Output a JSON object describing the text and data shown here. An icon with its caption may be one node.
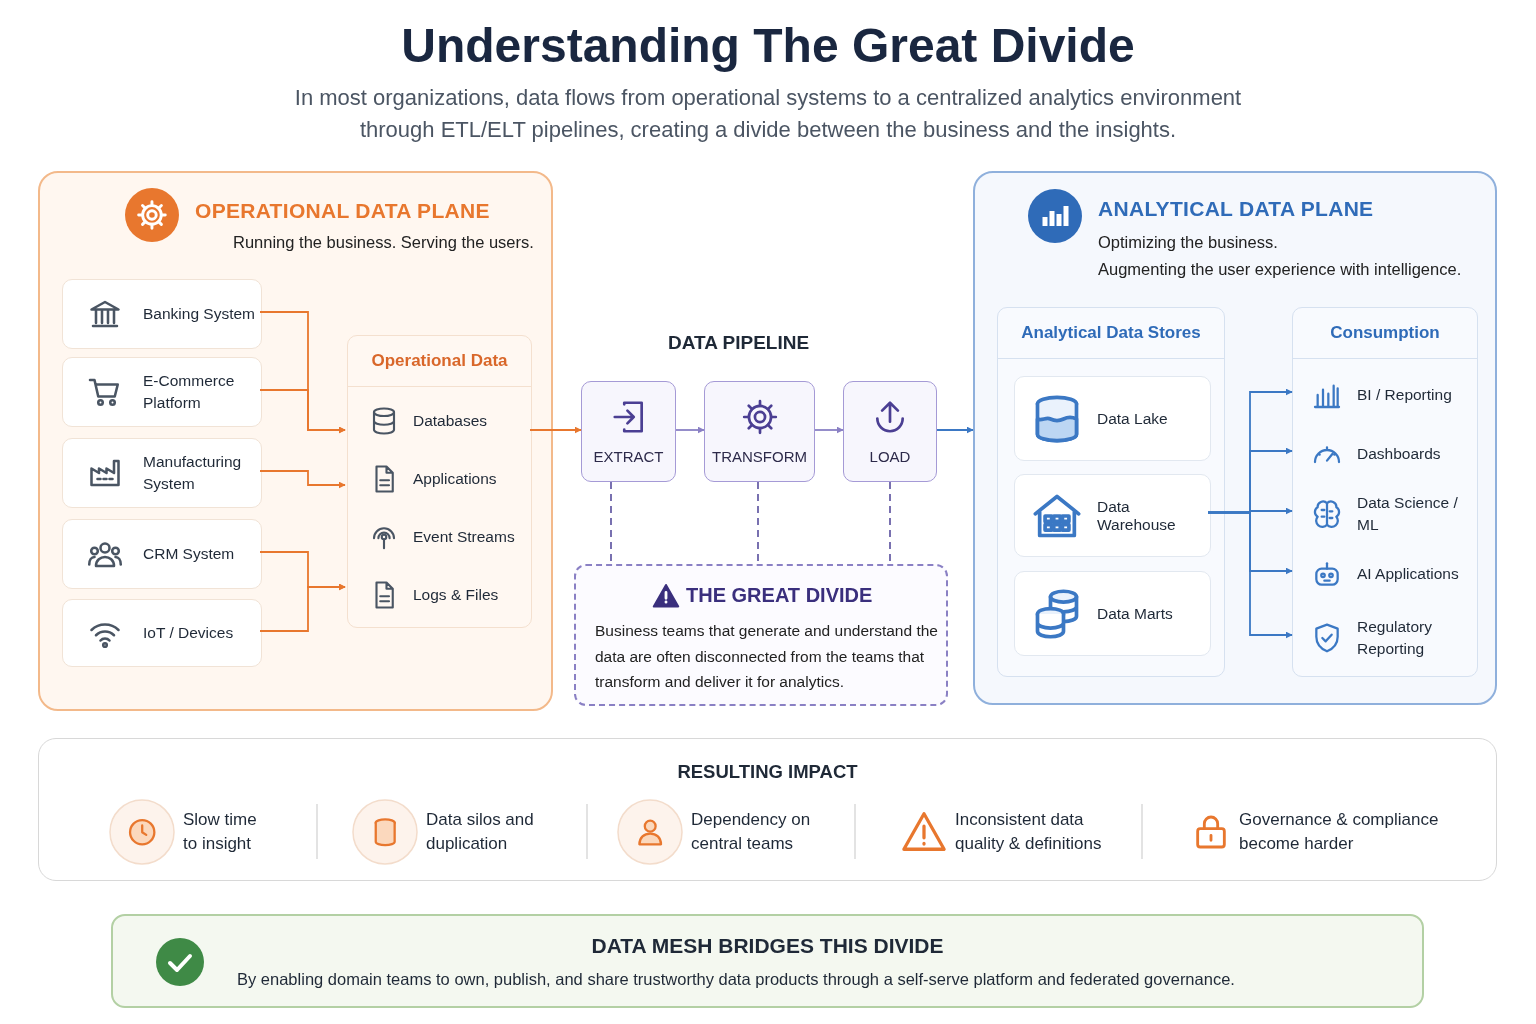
{
  "diagram": {
    "title": "Understanding The Great Divide",
    "nodes": [
      {
        "text": [
          "OPERATIONAL DATA PLANE",
          "Running the business. Serving the users."
        ]
      },
      {
        "text": [
          "Banking System"
        ],
        "in": 0
      },
      {
        "text": [
          "E-Commerce Platform"
        ],
        "in": 0
      },
      {
        "text": [
          "Manufacturing System"
        ],
        "in": 0
      },
      {
        "text": [
          "CRM System"
        ],
        "in": 0
      },
      {
        "text": [
          "IoT / Devices"
        ],
        "in": 0
      },
      {
        "text": [
          "Operational Data"
        ],
        "in": 0
      },
      {
        "text": [
          "Databases"
        ],
        "in": 6
      },
      {
        "text": [
          "Applications"
        ],
        "in": 6
      },
      {
        "text": [
          "Event Streams"
        ],
        "in": 6
      },
      {
        "text": [
          "Logs & Files"
        ],
        "in": 6
      },
      {
        "text": [
          "EXTRACT"
        ]
      },
      {
        "text": [
          "TRANSFORM"
        ]
      },
      {
        "text": [
          "LOAD"
        ]
      },
      {
        "text": [
          "THE GREAT DIVIDE",
          "Business teams that generate and understand the data are often disconnected from the teams that transform and deliver it for analytics."
        ]
      },
      {
        "text": [
          "ANALYTICAL DATA PLANE",
          "Optimizing the business.",
          "Augmenting the user experience with intelligence."
        ]
      },
      {
        "text": [
          "Analytical Data Stores"
        ],
        "in": 15
      },
      {
        "text": [
          "Data Lake"
        ],
        "in": 16
      },
      {
        "text": [
          "Data Warehouse"
        ],
        "in": 16
      },
      {
        "text": [
          "Data Marts"
        ],
        "in": 16
      },
      {
        "text": [
          "Consumption"
        ],
        "in": 15
      },
      {
        "text": [
          "BI / Reporting"
        ],
        "in": 20
      },
      {
        "text": [
          "Dashboards"
        ],
        "in": 20
      },
      {
        "text": [
          "Data Science / ML"
        ],
        "in": 20
      },
      {
        "text": [
          "AI Applications"
        ],
        "in": 20
      },
      {
        "text": [
          "Regulatory Reporting"
        ],
        "in": 20
      },
      {
        "text": [
          "RESULTING IMPACT"
        ]
      },
      {
        "text": [
          "Slow time to insight"
        ],
        "in": 26
      },
      {
        "text": [
          "Data silos and duplication"
        ],
        "in": 26
      },
      {
        "text": [
          "Dependency on central teams"
        ],
        "in": 26
      },
      {
        "text": [
          "Inconsistent data quality & definitions"
        ],
        "in": 26
      },
      {
        "text": [
          "Governance & compliance become harder"
        ],
        "in": 26
      },
      {
        "text": [
          "DATA MESH BRIDGES THIS DIVIDE",
          "By enabling domain teams to own, publish, and share trustworthy data products through a self-serve platform and federated governance."
        ]
      }
    ],
    "edges": [
      {
        "from": 1,
        "to": 6,
        "arrow": "to",
        "color": "#e8772e"
      },
      {
        "from": 2,
        "to": 6,
        "arrow": "to",
        "color": "#e8772e"
      },
      {
        "from": 3,
        "to": 6,
        "arrow": "to",
        "color": "#e8772e"
      },
      {
        "from": 4,
        "to": 6,
        "arrow": "to",
        "color": "#e8772e"
      },
      {
        "from": 5,
        "to": 6,
        "arrow": "to",
        "color": "#e8772e"
      },
      {
        "from": 6,
        "to": 11,
        "arrow": "to",
        "color": "#e8772e"
      },
      {
        "from": 11,
        "to": 12,
        "arrow": "to",
        "color": "#8a80c4"
      },
      {
        "from": 12,
        "to": 13,
        "arrow": "to",
        "color": "#8a80c4"
      },
      {
        "from": 13,
        "to": 15,
        "arrow": "to",
        "color": "#3b78c4"
      },
      {
        "from": 11,
        "to": 14,
        "arrow": "none",
        "style": "dashed",
        "color": "#6b62a8"
      },
      {
        "from": 12,
        "to": 14,
        "arrow": "none",
        "style": "dashed",
        "color": "#6b62a8"
      },
      {
        "from": 13,
        "to": 14,
        "arrow": "none",
        "style": "dashed",
        "color": "#6b62a8"
      },
      {
        "from": 18,
        "to": 21,
        "arrow": "to",
        "color": "#3b78c4"
      },
      {
        "from": 18,
        "to": 22,
        "arrow": "to",
        "color": "#3b78c4"
      },
      {
        "from": 18,
        "to": 23,
        "arrow": "to",
        "color": "#3b78c4"
      },
      {
        "from": 18,
        "to": 24,
        "arrow": "to",
        "color": "#3b78c4"
      },
      {
        "from": 18,
        "to": 25,
        "arrow": "to",
        "color": "#3b78c4"
      }
    ],
    "labels": [
      "In most organizations, data flows from operational systems to a centralized analytics environment through ETL/ELT pipelines, creating a divide between the business and the insights.",
      "DATA PIPELINE"
    ]
  }
}
